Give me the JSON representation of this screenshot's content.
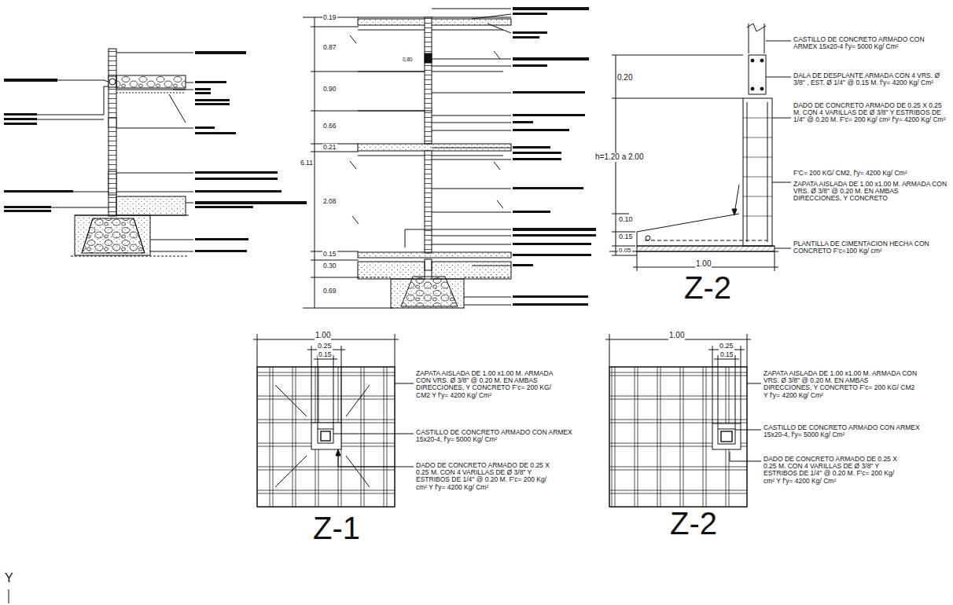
{
  "diagram": {
    "labels": [
      "0.19",
      "0.87",
      "0.80",
      "0.90",
      "0.66",
      "0.21",
      "6.11",
      "2.08",
      "0.15",
      "0.30",
      "0.69",
      "CASTILLO DE CONCRETO ARMADO CON ARMEX 15x20-4 f'y= 5000 Kg/ Cm²",
      "DALA DE DESPLANTE ARMADA CON 4 VRS. Ø 3/8\" , EST. Ø 1/4\" @ 0.15 M. f'y= 4200 Kg/ Cm²",
      "DADO DE CONCRETO ARMADO DE 0.25 X 0.25 M. CON 4 VARILLAS DE Ø 3/8\" Y ESTRIBOS DE 1/4\" @ 0.20 M. F'c= 200 Kg/ cm² f'y= 4200 Kg/ Cm²",
      "F'C= 200 KG/ CM2, f'y= 4200 Kg/ Cm²",
      "ZAPATA AISLADA DE 1.00 x1.00 M. ARMADA CON VRS. Ø 3/8\" @ 0.20 M. EN AMBAS DIRECCIONES, Y CONCRETO",
      "PLANTILLA DE CIMENTACION HECHA CON CONCRETO F'c=100 Kg/ cm²",
      "0.20",
      "h=1.20 a 2.00",
      "0.10",
      "0.15",
      "0.05",
      "1.00",
      "Z-2",
      "1.00",
      "0.25",
      "0.15",
      "ZAPATA AISLADA DE 1.00 x1.00 M. ARMADA CON VRS. Ø 3/8\" @ 0.20 M. EN AMBAS DIRECCIONES, Y CONCRETO F'c= 200 KG/ CM2 Y f'y= 4200 Kg/ Cm²",
      "CASTILLO DE CONCRETO ARMADO CON ARMEX 15x20-4, f'y= 5000 Kg/ Cm²",
      "DADO DE CONCRETO ARMADO DE 0.25 X 0.25 M. CON 4 VARILLAS DE Ø 3/8\" Y ESTRIBOS DE 1/4\" @ 0.20 M. F'c= 200 Kg/ cm² Y f'y= 4200 Kg/ Cm²",
      "Z-1",
      "1.00",
      "0.25",
      "0.15",
      "ZAPATA AISLADA DE 1.00 x1.00 M. ARMADA CON VRS. Ø 3/8\" @ 0.20 M. EN AMBAS DIRECCIONES, Y CONCRETO F'c= 200 KG/ CM2 Y f'y= 4200 Kg/ Cm²",
      "CASTILLO DE CONCRETO ARMADO CON ARMEX 15x20-4, f'y= 5000 Kg/ Cm²",
      "DADO DE CONCRETO ARMADO DE 0.25 X 0.25 M. CON 4 VARILLAS DE Ø 3/8\" Y ESTRIBOS DE 1/4\" @ 0.20 M. F'c= 200 Kg/ cm² Y f'y= 4200 Kg/ Cm²",
      "Z-2",
      "Y"
    ]
  }
}
